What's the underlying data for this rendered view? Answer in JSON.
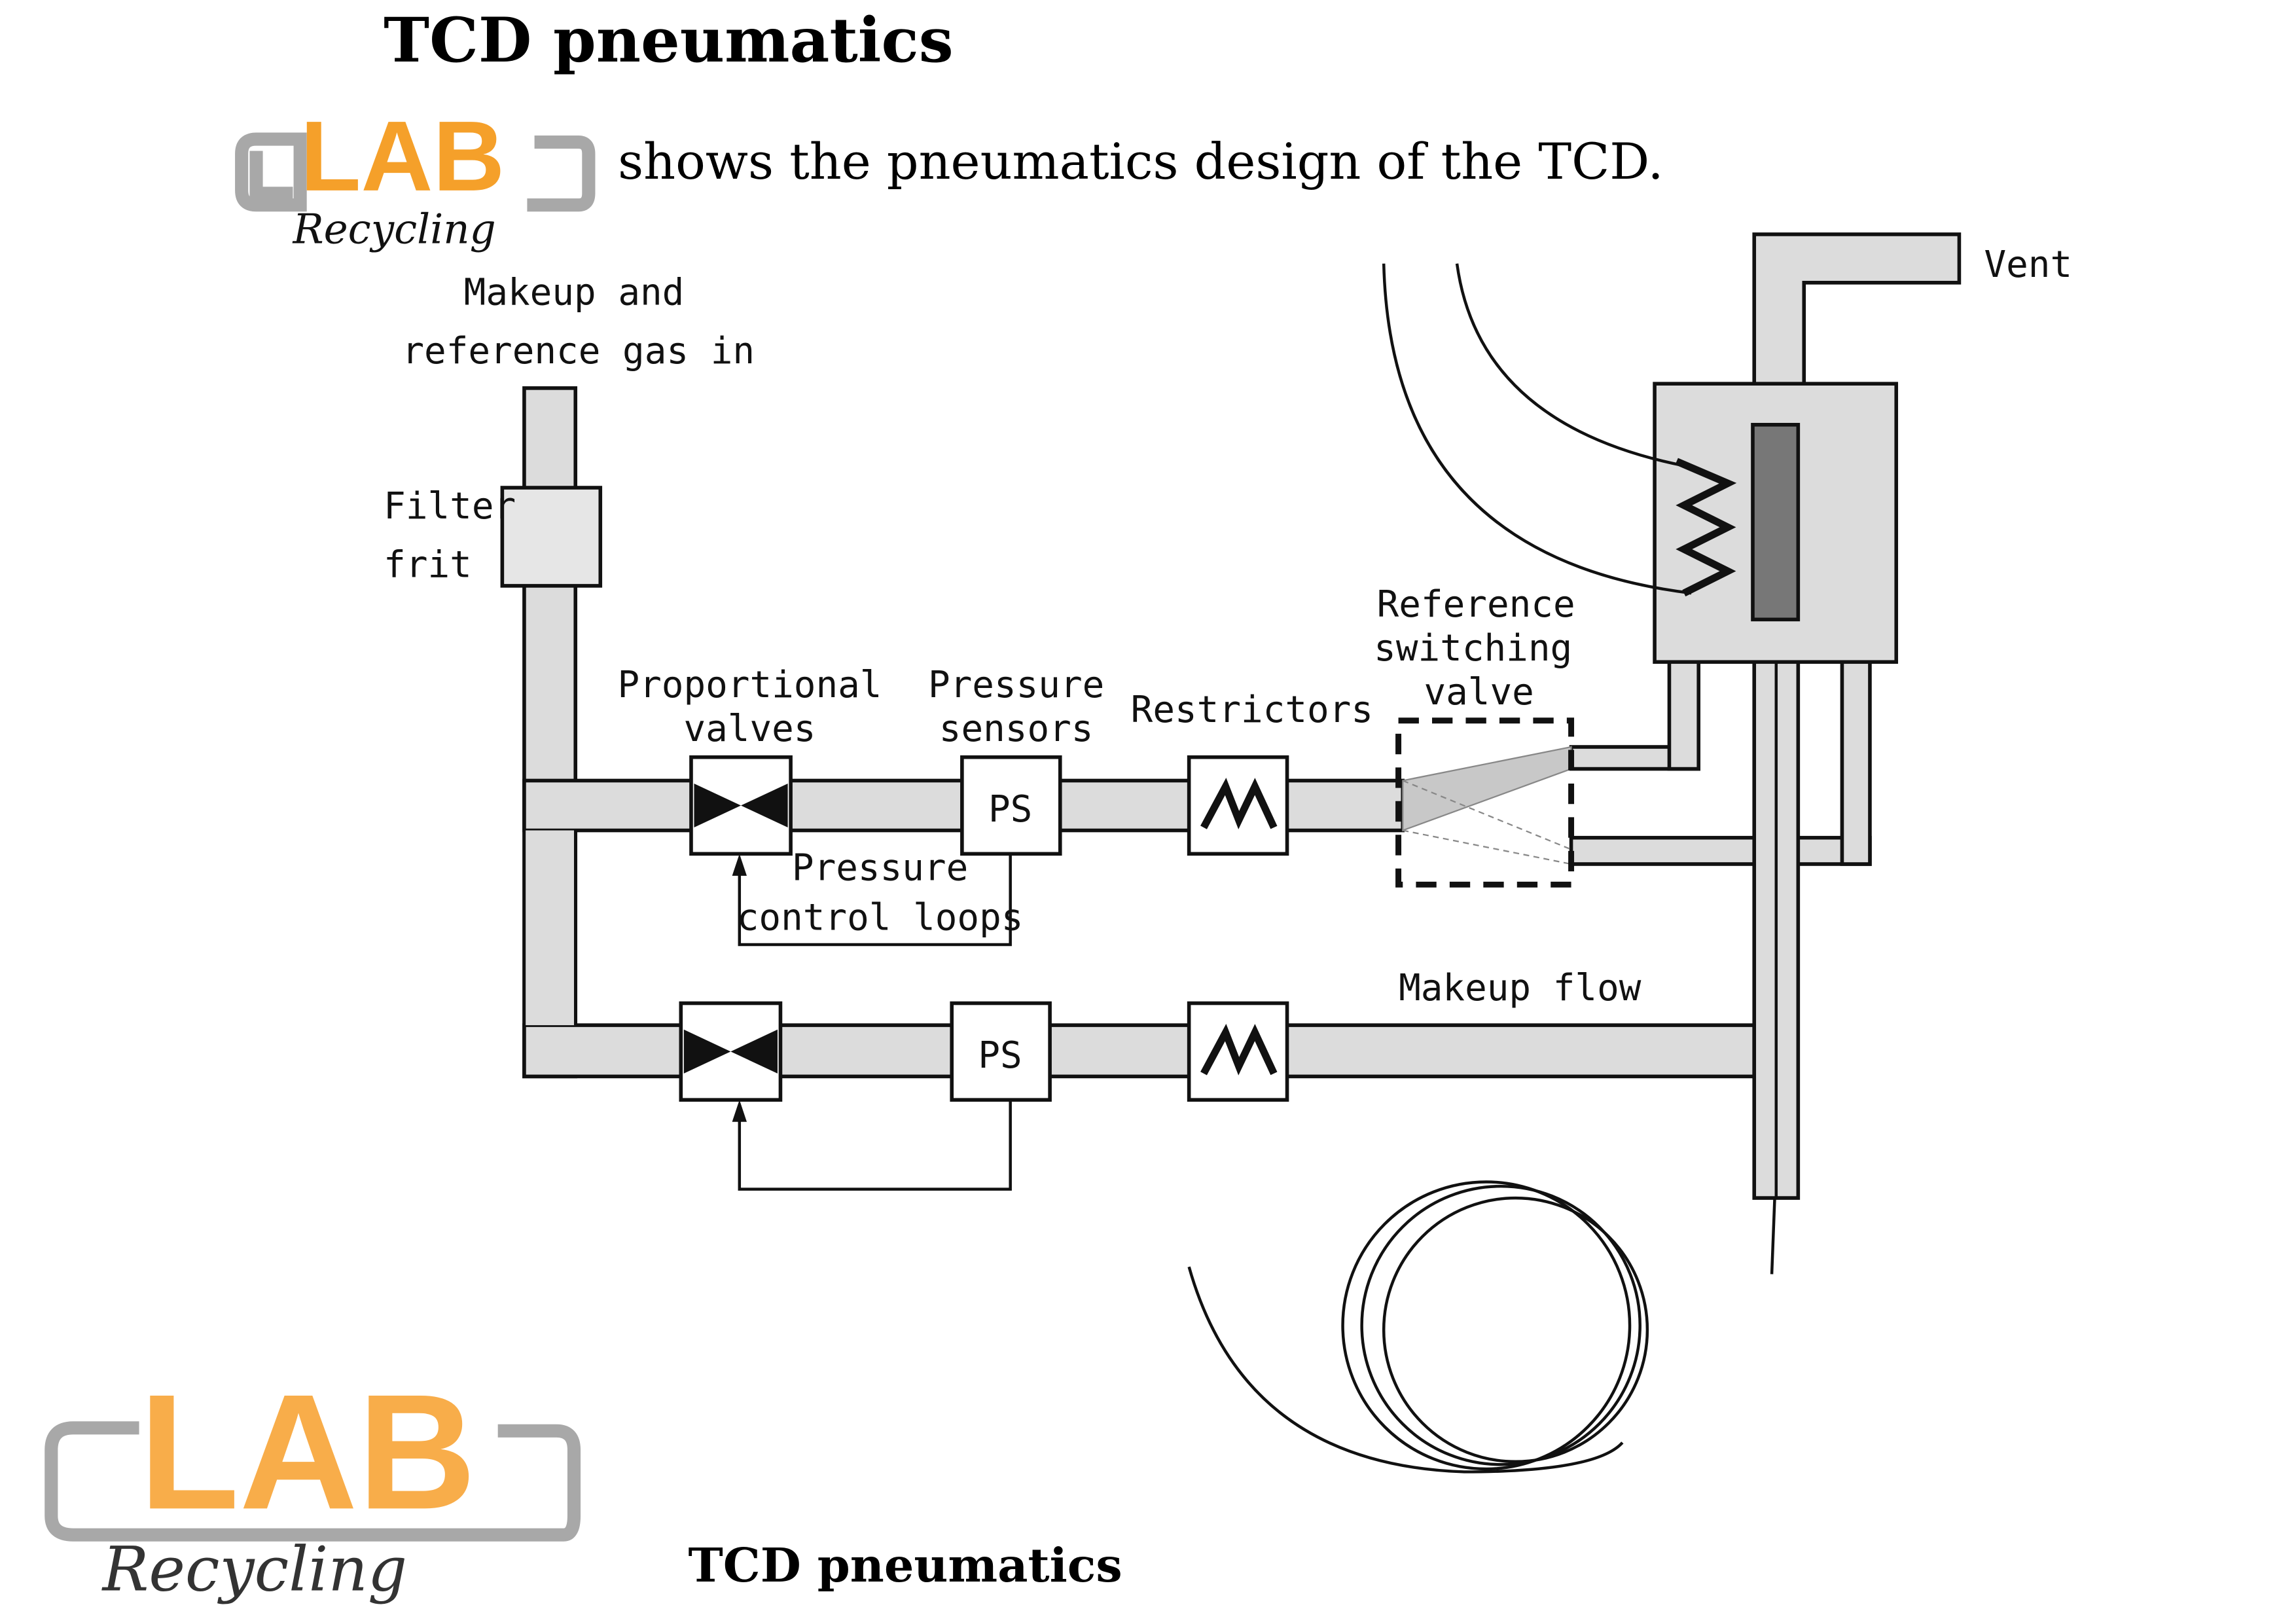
{
  "heading": "TCD pneumatics",
  "intro_text": "shows the pneumatics design of the TCD.",
  "caption": "TCD pneumatics",
  "watermark": {
    "text_main": "LAB",
    "text_script": "Recycling",
    "colors": {
      "orange": "#f5a02a",
      "gray": "#a8a8a8",
      "dark": "#333333"
    }
  },
  "diagram": {
    "labels": {
      "gas_in_line1": "Makeup and",
      "gas_in_line2": "reference gas in",
      "filter_line1": "Filter",
      "filter_line2": "frit",
      "prop_valves_line1": "Proportional",
      "prop_valves_line2": "valves",
      "pressure_sensors_line1": "Pressure",
      "pressure_sensors_line2": "sensors",
      "restrictors": "Restrictors",
      "ref_switch_line1": "Reference",
      "ref_switch_line2": "switching",
      "ref_switch_line3": "valve",
      "control_loops_line1": "Pressure",
      "control_loops_line2": "control loops",
      "makeup_flow": "Makeup flow",
      "vent": "Vent",
      "ps_upper": "PS",
      "ps_lower": "PS"
    }
  }
}
